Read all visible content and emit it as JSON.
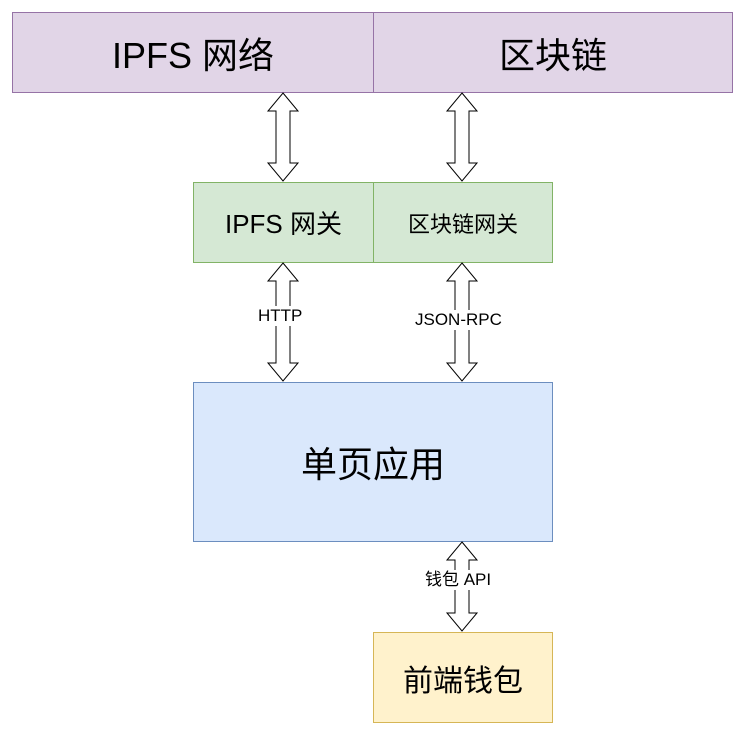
{
  "nodes": {
    "ipfs_network": "IPFS 网络",
    "blockchain": "区块链",
    "ipfs_gateway": "IPFS 网关",
    "blockchain_gateway": "区块链网关",
    "single_page_app": "单页应用",
    "frontend_wallet": "前端钱包"
  },
  "edges": {
    "http": "HTTP",
    "json_rpc": "JSON-RPC",
    "wallet_api": "钱包 API"
  },
  "colors": {
    "purple_fill": "#e1d5e7",
    "purple_stroke": "#9673a6",
    "green_fill": "#d5e8d4",
    "green_stroke": "#82b366",
    "blue_fill": "#dae8fc",
    "blue_stroke": "#6c8ebf",
    "yellow_fill": "#fff2cc",
    "yellow_stroke": "#d6b656"
  }
}
